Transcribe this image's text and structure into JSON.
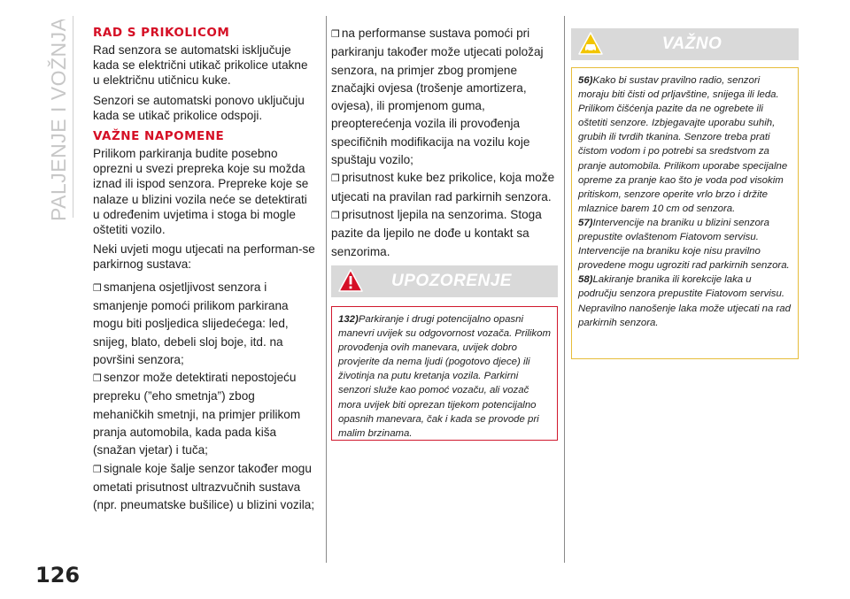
{
  "side_title": "PALJENJE I VOŽNJA",
  "page_number": "126",
  "col1": {
    "heading1": "RAD S PRIKOLICOM",
    "p1": "Rad senzora se automatski isključuje kada se električni utikač prikolice utakne u električnu utičnicu kuke.",
    "p2": "Senzori se automatski ponovo uključuju kada se utikač prikolice odspoji.",
    "heading2": "VAŽNE NAPOMENE",
    "p3": "Prilikom parkiranja budite posebno oprezni u svezi prepreka koje su možda iznad ili ispod senzora. Prepreke koje se nalaze u blizini vozila neće se detektirati u određenim uvjetima i stoga bi mogle oštetiti vozilo.",
    "p4": "Neki uvjeti mogu utjecati na performan-se parkirnog sustava:",
    "bullets": [
      "smanjena osjetljivost senzora i smanjenje pomoći prilikom parkirana mogu biti posljedica slijedećega: led, snijeg, blato, debeli sloj boje, itd. na površini senzora;",
      "senzor može detektirati nepostojeću prepreku (”eho smetnja”) zbog mehaničkih smetnji, na primjer prilikom pranja automobila, kada pada kiša (snažan vjetar) i tuča;",
      "signale koje šalje senzor također mogu ometati prisutnost ultrazvučnih sustava (npr. pneumatske bušilice) u blizini vozila;"
    ]
  },
  "col2": {
    "bullets": [
      "na performanse sustava pomoći pri parkiranju također može utjecati položaj senzora, na primjer zbog promjene značajki ovjesa (trošenje amortizera, ovjesa), ili promjenom guma, preopterećenja vozila ili provođenja specifičnih modifikacija na vozilu koje spuštaju vozilo;",
      "prisutnost kuke bez prikolice, koja može utjecati na pravilan rad parkirnih senzora.",
      "prisutnost ljepila na senzorima. Stoga pazite da ljepilo ne dođe u kontakt sa senzorima."
    ]
  },
  "warning": {
    "title": "UPOZORENJE",
    "num": "132)",
    "text": "Parkiranje i drugi potencijalno opasni manevri uvijek su odgovornost vozača. Prilikom provođenja ovih manevara, uvijek dobro provjerite da nema ljudi (pogotovo djece) ili životinja na putu kretanja vozila. Parkirni senzori služe kao pomoć vozaču, ali vozač mora uvijek biti oprezan tijekom potencijalno opasnih manevara, čak i kada se provode pri malim brzinama."
  },
  "important": {
    "title": "VAŽNO",
    "items": [
      {
        "num": "56)",
        "text": "Kako bi sustav pravilno radio, senzori moraju biti čisti od prljavštine, snijega ili leda. Prilikom čišćenja pazite da ne ogrebete ili oštetiti senzore. Izbjegavajte uporabu suhih, grubih ili tvrdih tkanina. Senzore treba prati čistom vodom i po potrebi sa sredstvom za pranje automobila. Prilikom uporabe specijalne opreme za pranje kao što je voda pod visokim pritiskom, senzore operite vrlo brzo i držite mlaznice barem 10 cm od senzora."
      },
      {
        "num": "57)",
        "text": "Intervencije na braniku u blizini senzora prepustite ovlaštenom Fiatovom servisu. Intervencije na braniku koje nisu pravilno provedene mogu ugroziti rad parkirnih senzora."
      },
      {
        "num": "58)",
        "text": "Lakiranje branika ili korekcije laka u području senzora prepustite Fiatovom servisu. Nepravilno nanošenje laka može utjecati na rad parkirnih senzora."
      }
    ]
  },
  "colors": {
    "red": "#d50f25",
    "yellow": "#f2c500",
    "gray": "#d9d9d9"
  }
}
